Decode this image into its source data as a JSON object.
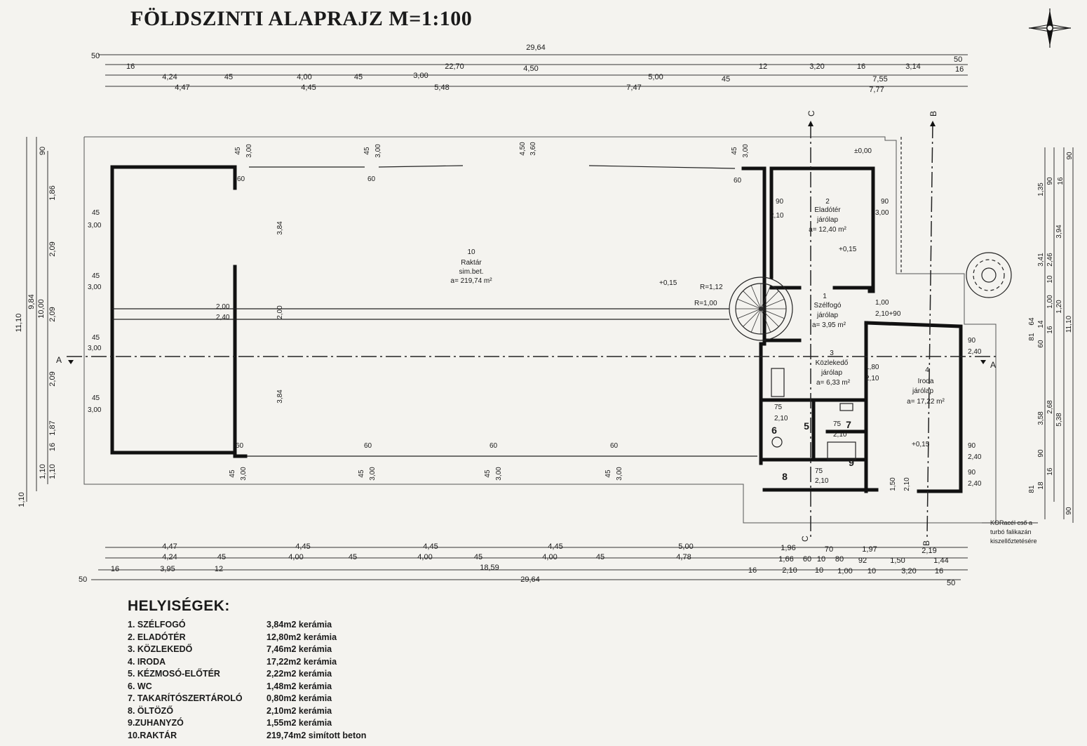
{
  "title": "FÖLDSZINTI ALAPRAJZ M=1:100",
  "legend": {
    "heading": "HELYISÉGEK:",
    "rooms": [
      {
        "name": "1. SZÉLFOGÓ",
        "area": "3,84m2 kerámia"
      },
      {
        "name": "2. ELADÓTÉR",
        "area": "12,80m2 kerámia"
      },
      {
        "name": "3. KÖZLEKEDŐ",
        "area": "7,46m2 kerámia"
      },
      {
        "name": "4. IRODA",
        "area": "17,22m2 kerámia"
      },
      {
        "name": "5. KÉZMOSÓ-ELŐTÉR",
        "area": "2,22m2 kerámia"
      },
      {
        "name": "6. WC",
        "area": "1,48m2 kerámia"
      },
      {
        "name": "7. TAKARÍTÓSZERTÁROLÓ",
        "area": "0,80m2 kerámia"
      },
      {
        "name": "8. ÖLTÖZŐ",
        "area": "2,10m2 kerámia"
      },
      {
        "name": "9.ZUHANYZÓ",
        "area": "1,55m2 kerámia"
      },
      {
        "name": "10.RAKTÁR",
        "area": "219,74m2 simított beton"
      }
    ]
  },
  "plan_rooms": {
    "raktar": {
      "no": "10",
      "name": "Raktár",
      "floor": "sim.bet.",
      "area": "a= 219,74 m²"
    },
    "eladoter": {
      "no": "2",
      "name": "Eladótér",
      "floor": "járólap",
      "area": "a= 12,40 m²"
    },
    "szelfogo": {
      "no": "1",
      "name": "Szélfogó",
      "floor": "járólap",
      "area": "a= 3,95 m²"
    },
    "kozlekedo": {
      "no": "3",
      "name": "Közlekedő",
      "floor": "járólap",
      "area": "a= 6,33 m²"
    },
    "iroda": {
      "no": "4",
      "name": "Iroda",
      "floor": "járólap",
      "area": "a= 17,22 m²"
    },
    "n5": "5",
    "n6": "6",
    "n7": "7",
    "n8": "8",
    "n9": "9"
  },
  "levels": {
    "zero": "±0,00",
    "a": "+0,15",
    "b": "+0,15",
    "c": "+0,15"
  },
  "stair": {
    "r1": "R=1,12",
    "r2": "R=1,00"
  },
  "section_marks": {
    "a": "A",
    "b": "B",
    "c": "C"
  },
  "note": [
    "KORacél cső a",
    "turbó falikazán",
    "kiszellőztetésére"
  ],
  "top_dims": {
    "overall": "29,64",
    "left_edge": "50",
    "right_edge": "50",
    "row2": [
      "16",
      "22,70",
      "12",
      "3,20",
      "16",
      "3,14",
      "16"
    ],
    "row3": [
      "4,24",
      "45",
      "4,00",
      "45",
      "3,00",
      "4,50",
      "5,00",
      "45",
      "7,55"
    ],
    "row4": [
      "4,47",
      "4,45",
      "5,48",
      "7,47",
      "7,77"
    ]
  },
  "bottom_dims": {
    "row1": [
      "4,47",
      "4,45",
      "4,45",
      "4,45",
      "5,00",
      "1,96",
      "70",
      "1,97",
      "2,19"
    ],
    "row2": [
      "4,24",
      "45",
      "4,00",
      "45",
      "4,00",
      "45",
      "4,00",
      "45",
      "4,78",
      "1,66",
      "60",
      "10",
      "80",
      "92",
      "1,50",
      "1,44"
    ],
    "row3": [
      "16",
      "3,95",
      "12",
      "18,59",
      "16",
      "2,10",
      "10",
      "1,00",
      "10",
      "3,20",
      "16"
    ],
    "overall": "29,64",
    "left_edge": "50",
    "right_edge": "50"
  },
  "left_dims": [
    "90",
    "1,86",
    "2,09",
    "2,09",
    "2,09",
    "1,87",
    "16",
    "1,10",
    "1,10",
    "1,10",
    "9,84",
    "10,00",
    "11,10"
  ],
  "right_dims": [
    "90",
    "16",
    "90",
    "1,35",
    "3,94",
    "2,46",
    "3,41",
    "10",
    "1,20",
    "1,00",
    "14",
    "16",
    "60",
    "64",
    "81",
    "11,10",
    "3,58",
    "2,68",
    "5,38",
    "90",
    "16",
    "81",
    "18",
    "90"
  ],
  "inner_dims": {
    "win_45": "45",
    "win_300": "3,00",
    "win_60": "60",
    "door_450": "4,50",
    "door_360": "3,60",
    "raktar_384a": "3,84",
    "raktar_384b": "3,84",
    "raktar_200": "2,00",
    "raktar_200b": "2,00",
    "raktar_240": "2,40",
    "d90": "90",
    "d210": "2,10",
    "d300": "3,00",
    "d100": "1,00",
    "d210b": "2,10+90",
    "d180": "1,80",
    "d240": "2,40",
    "d75": "75",
    "d150": "1,50"
  }
}
